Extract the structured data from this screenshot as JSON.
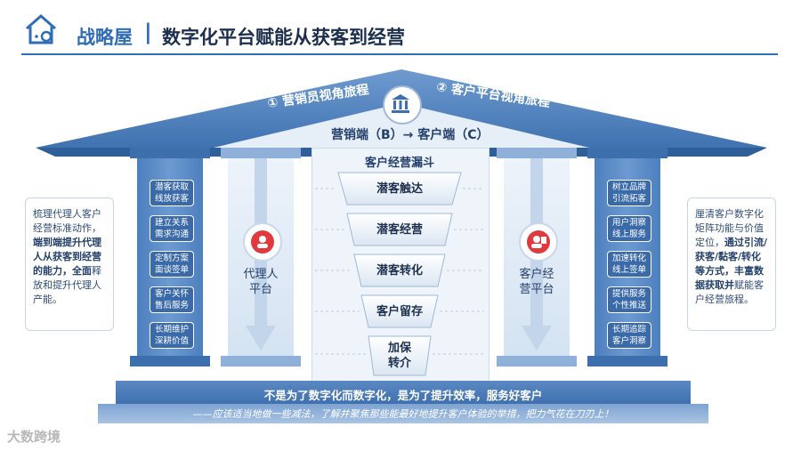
{
  "header": {
    "title_accent": "战略屋",
    "separator": "|",
    "title_main": "数字化平台赋能从获客到经营"
  },
  "roof": {
    "left_label": "① 营销员视角旅程",
    "right_label": "② 客户平台视角旅程",
    "flow_label": "营销端（B）→ 客户端（C）"
  },
  "left_card": {
    "text_a": "梳理代理人客户经营标准动作，",
    "text_bold": "端到端提升代理人从获客到经营的能力，全面",
    "text_b": "释放和提升代理人产能。"
  },
  "right_card": {
    "text_a": "厘清客户数字化矩阵功能与价值定位，",
    "text_bold": "通过引流/获客/黏客/转化等方式，丰富数据获取并",
    "text_b": "赋能客户经营旅程。"
  },
  "left_pills": [
    {
      "line1": "潜客获取",
      "line2": "线放获客"
    },
    {
      "line1": "建立关系",
      "line2": "需求沟通"
    },
    {
      "line1": "定制方案",
      "line2": "面谈签单"
    },
    {
      "line1": "客户关怀",
      "line2": "售后服务"
    },
    {
      "line1": "长期维护",
      "line2": "深耕价值"
    }
  ],
  "right_pills": [
    {
      "line1": "树立品牌",
      "line2": "引流拓客"
    },
    {
      "line1": "用户洞察",
      "line2": "线上服务"
    },
    {
      "line1": "加速转化",
      "line2": "线上签单"
    },
    {
      "line1": "提供服务",
      "line2": "个性推送"
    },
    {
      "line1": "长期追踪",
      "line2": "客户洞察"
    }
  ],
  "left_column": {
    "line1": "代理人",
    "line2": "平台"
  },
  "right_column": {
    "line1": "客户经",
    "line2": "营平台"
  },
  "funnel": {
    "title": "客户经营漏斗",
    "stages": [
      "潜客触达",
      "潜客经营",
      "潜客转化",
      "客户留存",
      "加保"
    ],
    "last_line2": "转介"
  },
  "base": {
    "main": "不是为了数字化而数字化，是为了提升效率，服务好客户",
    "sub": "——应该适当地做一些减法，了解并聚焦那些能最好地提升客户体验的举措，把力气花在刀刃上！"
  },
  "watermark": "大数跨境",
  "colors": {
    "accent": "#2f6db6",
    "pillar": "#3d6fad",
    "dark": "#1c2f4d"
  }
}
